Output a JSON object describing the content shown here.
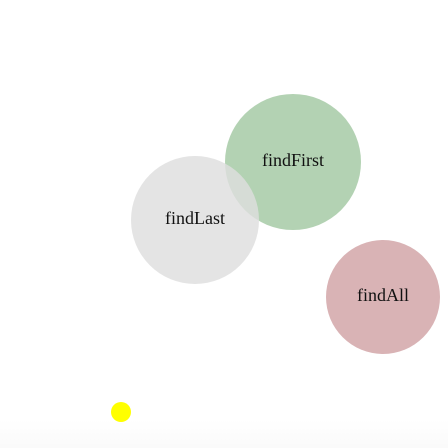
{
  "bubbles": [
    {
      "id": "findFirst",
      "label": "findFirst",
      "color": "#a8cca9",
      "opacity": 0.88
    },
    {
      "id": "findLast",
      "label": "findLast",
      "color": "#dedede",
      "opacity": 0.82
    },
    {
      "id": "findAll",
      "label": "findAll",
      "color": "#d4a9ab",
      "opacity": 0.88
    }
  ],
  "marker": {
    "color": "#ffff00"
  }
}
